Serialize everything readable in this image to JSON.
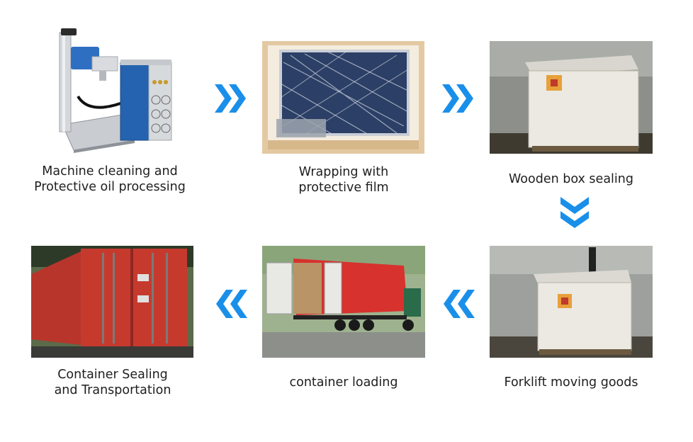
{
  "colors": {
    "arrow": "#1a8fea",
    "background": "#ffffff",
    "text": "#1e1e1e"
  },
  "steps": [
    {
      "id": "step-1",
      "line1": "Machine cleaning and",
      "line2": "Protective oil processing",
      "icon": "laser-marking-machine"
    },
    {
      "id": "step-2",
      "line1": "Wrapping with",
      "line2": "protective film",
      "icon": "film-wrapped-machine"
    },
    {
      "id": "step-3",
      "line1": "Wooden box sealing",
      "line2": "",
      "icon": "wooden-crate"
    },
    {
      "id": "step-4",
      "line1": "Forklift moving goods",
      "line2": "",
      "icon": "crate-on-forklift"
    },
    {
      "id": "step-5",
      "line1": "container loading",
      "line2": "",
      "icon": "truck-loading-container"
    },
    {
      "id": "step-6",
      "line1": "Container Sealing",
      "line2": "and Transportation",
      "icon": "shipping-containers"
    }
  ],
  "arrows": [
    {
      "from": "step-1",
      "to": "step-2",
      "icon": "double-chevron-right-icon"
    },
    {
      "from": "step-2",
      "to": "step-3",
      "icon": "double-chevron-right-icon"
    },
    {
      "from": "step-3",
      "to": "step-4",
      "icon": "double-chevron-down-icon"
    },
    {
      "from": "step-4",
      "to": "step-5",
      "icon": "double-chevron-left-icon"
    },
    {
      "from": "step-5",
      "to": "step-6",
      "icon": "double-chevron-left-icon"
    }
  ]
}
